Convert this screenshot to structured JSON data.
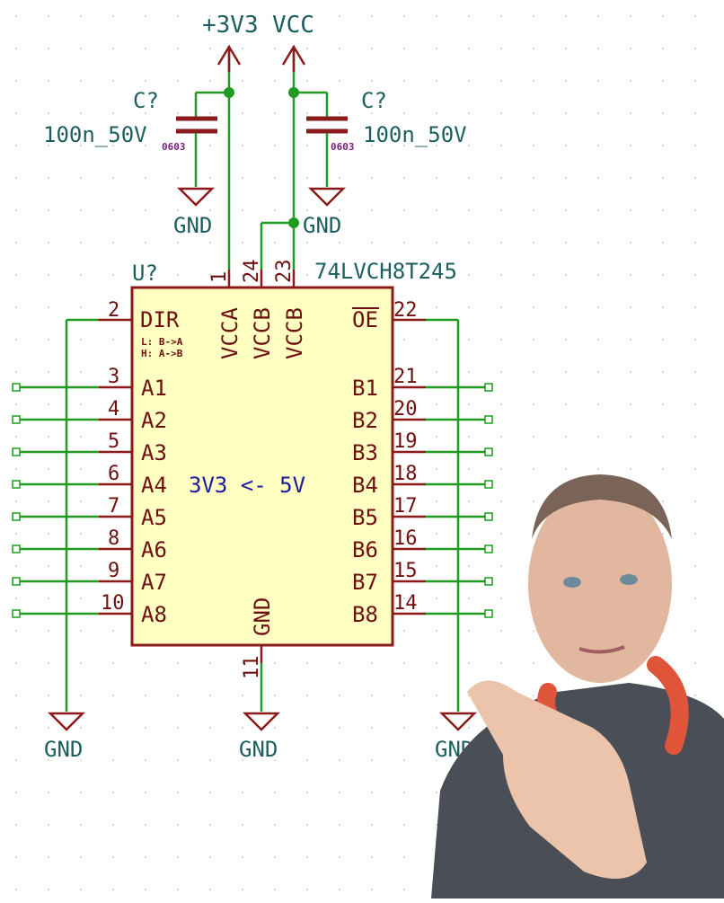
{
  "colors": {
    "wire": "#1f9c1f",
    "body": "#8b1a1a",
    "fill": "#ffffc2",
    "pin_label": "#6e1010",
    "net_label": "#1d5f5f",
    "component_label": "#1d5f5f",
    "footprint": "#7a1f7a",
    "note": "#1a1aa0",
    "grid_dot": "#c8c8c8"
  },
  "power": {
    "v3v3": "+3V3",
    "vcc": "VCC"
  },
  "capacitors": {
    "left": {
      "ref": "C?",
      "value": "100n_50V",
      "footprint": "0603"
    },
    "right": {
      "ref": "C?",
      "value": "100n_50V",
      "footprint": "0603"
    }
  },
  "gnd_labels": {
    "cap_left": "GND",
    "cap_right": "GND",
    "bottom_left": "GND",
    "bottom_mid": "GND",
    "bottom_right": "GND"
  },
  "ic": {
    "ref": "U?",
    "value": "74LVCH8T245",
    "note": "3V3 <- 5V",
    "dir": {
      "label": "DIR",
      "pin": "2",
      "hint_l": "L: B->A",
      "hint_h": "H: A->B"
    },
    "oe": {
      "label": "OE",
      "pin": "22"
    },
    "top_pins": [
      {
        "label": "VCCA",
        "pin": "1"
      },
      {
        "label": "VCCB",
        "pin": "24"
      },
      {
        "label": "VCCB",
        "pin": "23"
      }
    ],
    "gnd_pin": {
      "label": "GND",
      "pin": "11"
    },
    "left_pins": [
      {
        "label": "A1",
        "pin": "3"
      },
      {
        "label": "A2",
        "pin": "4"
      },
      {
        "label": "A3",
        "pin": "5"
      },
      {
        "label": "A4",
        "pin": "6"
      },
      {
        "label": "A5",
        "pin": "7"
      },
      {
        "label": "A6",
        "pin": "8"
      },
      {
        "label": "A7",
        "pin": "9"
      },
      {
        "label": "A8",
        "pin": "10"
      }
    ],
    "right_pins": [
      {
        "label": "B1",
        "pin": "21"
      },
      {
        "label": "B2",
        "pin": "20"
      },
      {
        "label": "B3",
        "pin": "19"
      },
      {
        "label": "B4",
        "pin": "18"
      },
      {
        "label": "B5",
        "pin": "17"
      },
      {
        "label": "B6",
        "pin": "16"
      },
      {
        "label": "B7",
        "pin": "15"
      },
      {
        "label": "B8",
        "pin": "14"
      }
    ]
  }
}
